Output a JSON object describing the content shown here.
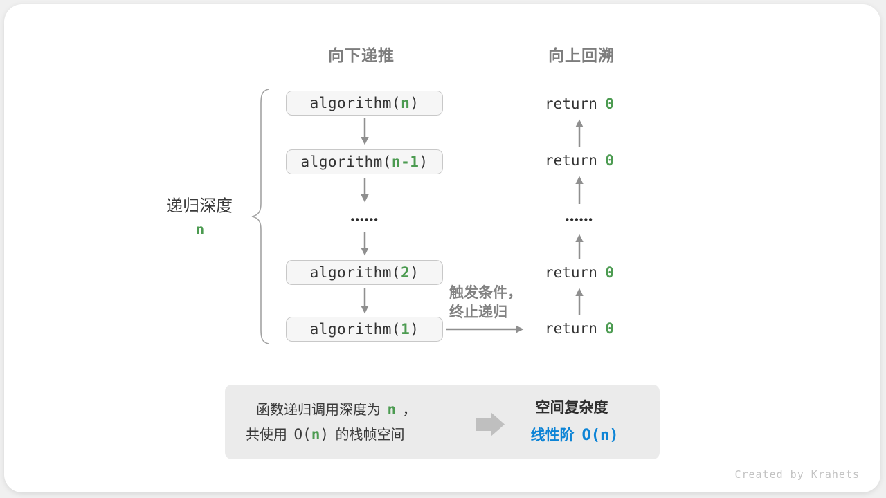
{
  "colors": {
    "page_bg": "#f0f0f0",
    "card_bg": "#ffffff",
    "green": "#4c9b51",
    "blue": "#0d84d6",
    "gray_text": "#7d7d7d",
    "dark_text": "#3a3a3a",
    "code_text": "#333333",
    "arrow": "#8f8f8f",
    "brace": "#a3a3a3",
    "box_border": "#c8c8c8",
    "box_fill": "#f6f6f6",
    "panel_bg": "#ebebeb",
    "annotation": "#828282",
    "watermark": "#c3c3c3",
    "dots": "#2d2d2d",
    "block_arrow": "#bfbfbf"
  },
  "headers": {
    "downward": "向下递推",
    "upward": "向上回溯"
  },
  "depth_label": {
    "text": "递归深度",
    "value": "n"
  },
  "recursion": {
    "boxes": [
      {
        "prefix": "algorithm(",
        "arg": "n",
        "suffix": ")"
      },
      {
        "prefix": "algorithm(",
        "arg": "n-1",
        "suffix": ")"
      },
      {
        "prefix": "algorithm(",
        "arg": "2",
        "suffix": ")"
      },
      {
        "prefix": "algorithm(",
        "arg": "1",
        "suffix": ")"
      }
    ],
    "ellipsis": "••••••"
  },
  "returns": {
    "items": [
      {
        "keyword": "return",
        "value": "0"
      },
      {
        "keyword": "return",
        "value": "0"
      },
      {
        "keyword": "return",
        "value": "0"
      },
      {
        "keyword": "return",
        "value": "0"
      }
    ],
    "ellipsis": "••••••"
  },
  "base_case_note": {
    "line1": "触发条件，",
    "line2": "终止递归"
  },
  "summary": {
    "left_line1": {
      "pre": "函数递归调用深度为",
      "var": "n",
      "post": "，"
    },
    "left_line2": {
      "pre": "共使用",
      "o_open": "O(",
      "var": "n",
      "o_close": ")",
      "post": "的栈帧空间"
    },
    "right_title": "空间复杂度",
    "right_result": {
      "label": "线性阶",
      "notation": "O(n)"
    }
  },
  "watermark": "Created by Krahets"
}
